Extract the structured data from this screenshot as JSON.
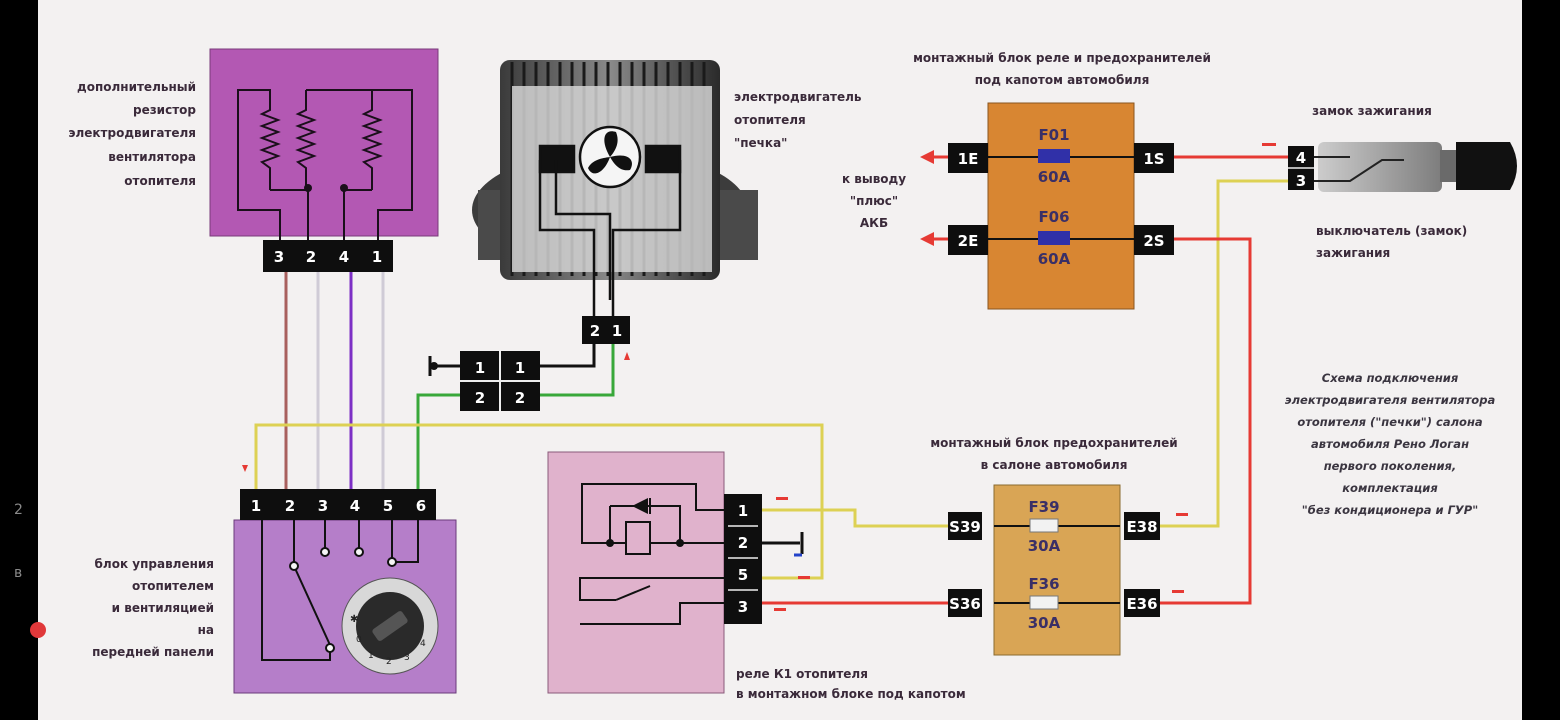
{
  "colors": {
    "background": "#f3f1f1",
    "resistor_block": "#b358b3",
    "control_block": "#b57ec9",
    "relay_block": "#e0b2cc",
    "fuse_block": "#d88632",
    "cabin_fuse_block": "#d9a555",
    "connector": "#0e0e0e",
    "wire_red": "#e63a34",
    "wire_yellow": "#ddd154",
    "wire_green": "#38a83a",
    "wire_purple": "#7c2fc5",
    "wire_brown": "#a8605e",
    "wire_grey": "#cfcbd6"
  },
  "labels": {
    "resistor": [
      "дополнительный",
      "резистор",
      "электродвигателя",
      "вентилятора",
      "отопителя"
    ],
    "motor": [
      "электродвигатель",
      "отопителя",
      "\"печка\""
    ],
    "underhood_block": [
      "монтажный блок реле и предохранителей",
      "под капотом автомобиля"
    ],
    "battery": [
      "к выводу",
      "\"плюс\"",
      "АКБ"
    ],
    "ignition_lock": "замок зажигания",
    "ignition_switch": [
      "выключатель (замок)",
      "зажигания"
    ],
    "control_unit": [
      "блок управления",
      "отопителем",
      "и вентиляцией",
      "на",
      "передней панели"
    ],
    "cabin_block": [
      "монтажный блок предохранителей",
      "в салоне автомобиля"
    ],
    "relay": [
      "реле К1 отопителя",
      "в монтажном блоке под капотом"
    ],
    "caption": [
      "Схема подключения",
      "электродвигателя вентилятора",
      "отопителя (\"печки\") салона",
      "автомобиля Рено Логан",
      "первого поколения,",
      "комплектация",
      "\"без кондиционера и ГУР\""
    ]
  },
  "pins": {
    "resistor": [
      "3",
      "2",
      "4",
      "1"
    ],
    "motor": [
      "2",
      "1"
    ],
    "jumper_top": [
      "1",
      "1"
    ],
    "jumper_bottom": [
      "2",
      "2"
    ],
    "control": [
      "1",
      "2",
      "3",
      "4",
      "5",
      "6"
    ],
    "relay": [
      "1",
      "2",
      "5",
      "3"
    ],
    "underhood_left": [
      "1E",
      "2E"
    ],
    "underhood_right": [
      "1S",
      "2S"
    ],
    "cabin_left": [
      "S39",
      "S36"
    ],
    "cabin_right": [
      "E38",
      "E36"
    ],
    "ignition": [
      "4",
      "3"
    ]
  },
  "fuses": {
    "f01": {
      "name": "F01",
      "rating": "60A"
    },
    "f06": {
      "name": "F06",
      "rating": "60A"
    },
    "f39": {
      "name": "F39",
      "rating": "30A"
    },
    "f36": {
      "name": "F36",
      "rating": "30A"
    }
  },
  "knob": {
    "symbol": "✱",
    "positions": [
      "0",
      "1",
      "2",
      "3",
      "4"
    ]
  },
  "side_edge": [
    "2",
    "в"
  ]
}
